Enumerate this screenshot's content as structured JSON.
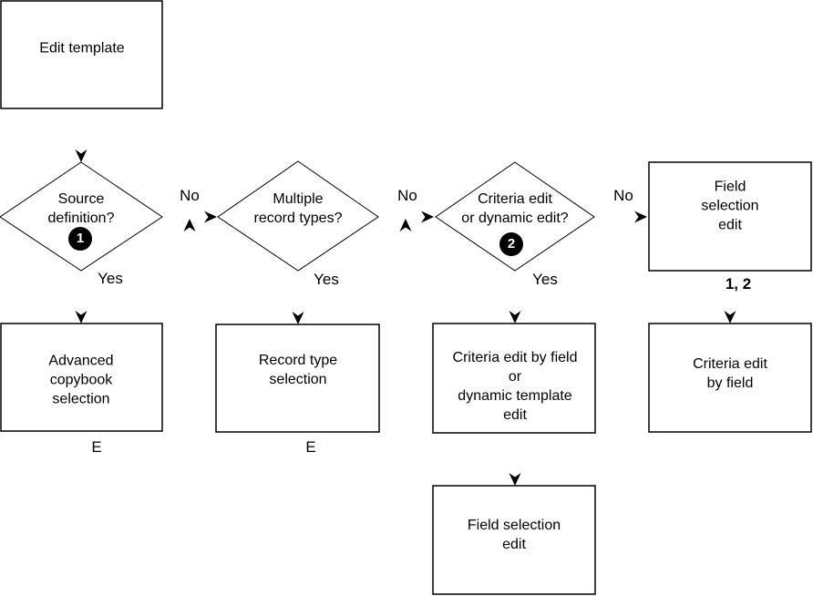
{
  "diagram": {
    "type": "flowchart",
    "colors": {
      "line": "#000000",
      "background": "#ffffff",
      "badge_background": "#000000",
      "badge_text": "#ffffff"
    },
    "nodes": {
      "edit_template": {
        "label": "Edit template",
        "shape": "rectangle"
      },
      "source_definition": {
        "label": "Source\ndefinition?",
        "shape": "diamond",
        "badge": "1"
      },
      "multiple_record_types": {
        "label": "Multiple\nrecord types?",
        "shape": "diamond"
      },
      "criteria_or_dynamic": {
        "label": "Criteria edit\nor dynamic edit?",
        "shape": "diamond",
        "badge": "2"
      },
      "field_selection_edit_right": {
        "label": "Field selection\nedit",
        "shape": "rectangle"
      },
      "advanced_copybook_selection": {
        "label": "Advanced\ncopybook\nselection",
        "shape": "rectangle"
      },
      "record_type_selection": {
        "label": "Record type\nselection",
        "shape": "rectangle"
      },
      "criteria_edit_by_field_or_dynamic": {
        "label": "Criteria edit by field\nor\ndynamic template\nedit",
        "shape": "rectangle"
      },
      "criteria_edit_by_field": {
        "label": "Criteria edit\nby field",
        "shape": "rectangle"
      },
      "field_selection_edit_bottom": {
        "label": "Field selection\nedit",
        "shape": "rectangle"
      }
    },
    "edge_labels": {
      "no_1": "No",
      "no_2": "No",
      "no_3": "No",
      "yes_1": "Yes",
      "yes_2": "Yes",
      "yes_3": "Yes",
      "e_1": "E",
      "e_2": "E",
      "one_two": "1, 2"
    }
  }
}
